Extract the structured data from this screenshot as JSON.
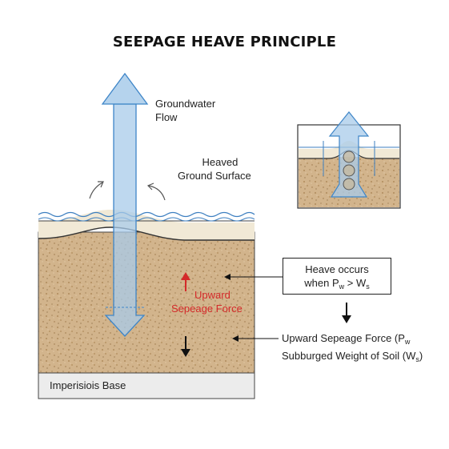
{
  "title": "SEEPAGE HEAVE PRINCIPLE",
  "labels": {
    "groundwater_flow_line1": "Groundwater",
    "groundwater_flow_line2": "Flow",
    "heaved_surface_line1": "Heaved",
    "heaved_surface_line2": "Ground Surface",
    "upward_force_line1": "Upward",
    "upward_force_line2": "Sepeage Force",
    "impervious_base": "Imperisiois Base"
  },
  "condition_box": {
    "line1": "Heave occurs",
    "line2_prefix": "when P",
    "line2_sub1": "w",
    "line2_mid": " > W",
    "line2_sub2": "s"
  },
  "force_note": {
    "line1_prefix": "Upward Sepeage Force (P",
    "line1_sub": "w",
    "line2_prefix": "Subburged Weight of Soil (W",
    "line2_sub": "s",
    "line2_suffix": ")"
  },
  "colors": {
    "soil": "#d2b48c",
    "soil_dark": "#a67f4e",
    "topsoil": "#f1e9d6",
    "water_line": "#3d7fc0",
    "flow_arrow_fill": "#a8cbea",
    "flow_arrow_stroke": "#3f86c8",
    "base_fill": "#ececec",
    "force_red": "#d42a2a"
  }
}
